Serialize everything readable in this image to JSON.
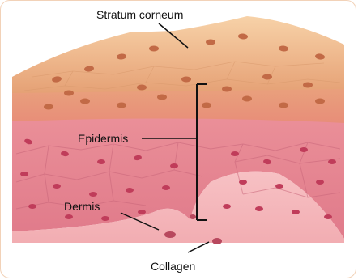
{
  "labels": {
    "stratum_corneum": "Stratum corneum",
    "epidermis": "Epidermis",
    "dermis": "Dermis",
    "collagen": "Collagen"
  }
}
